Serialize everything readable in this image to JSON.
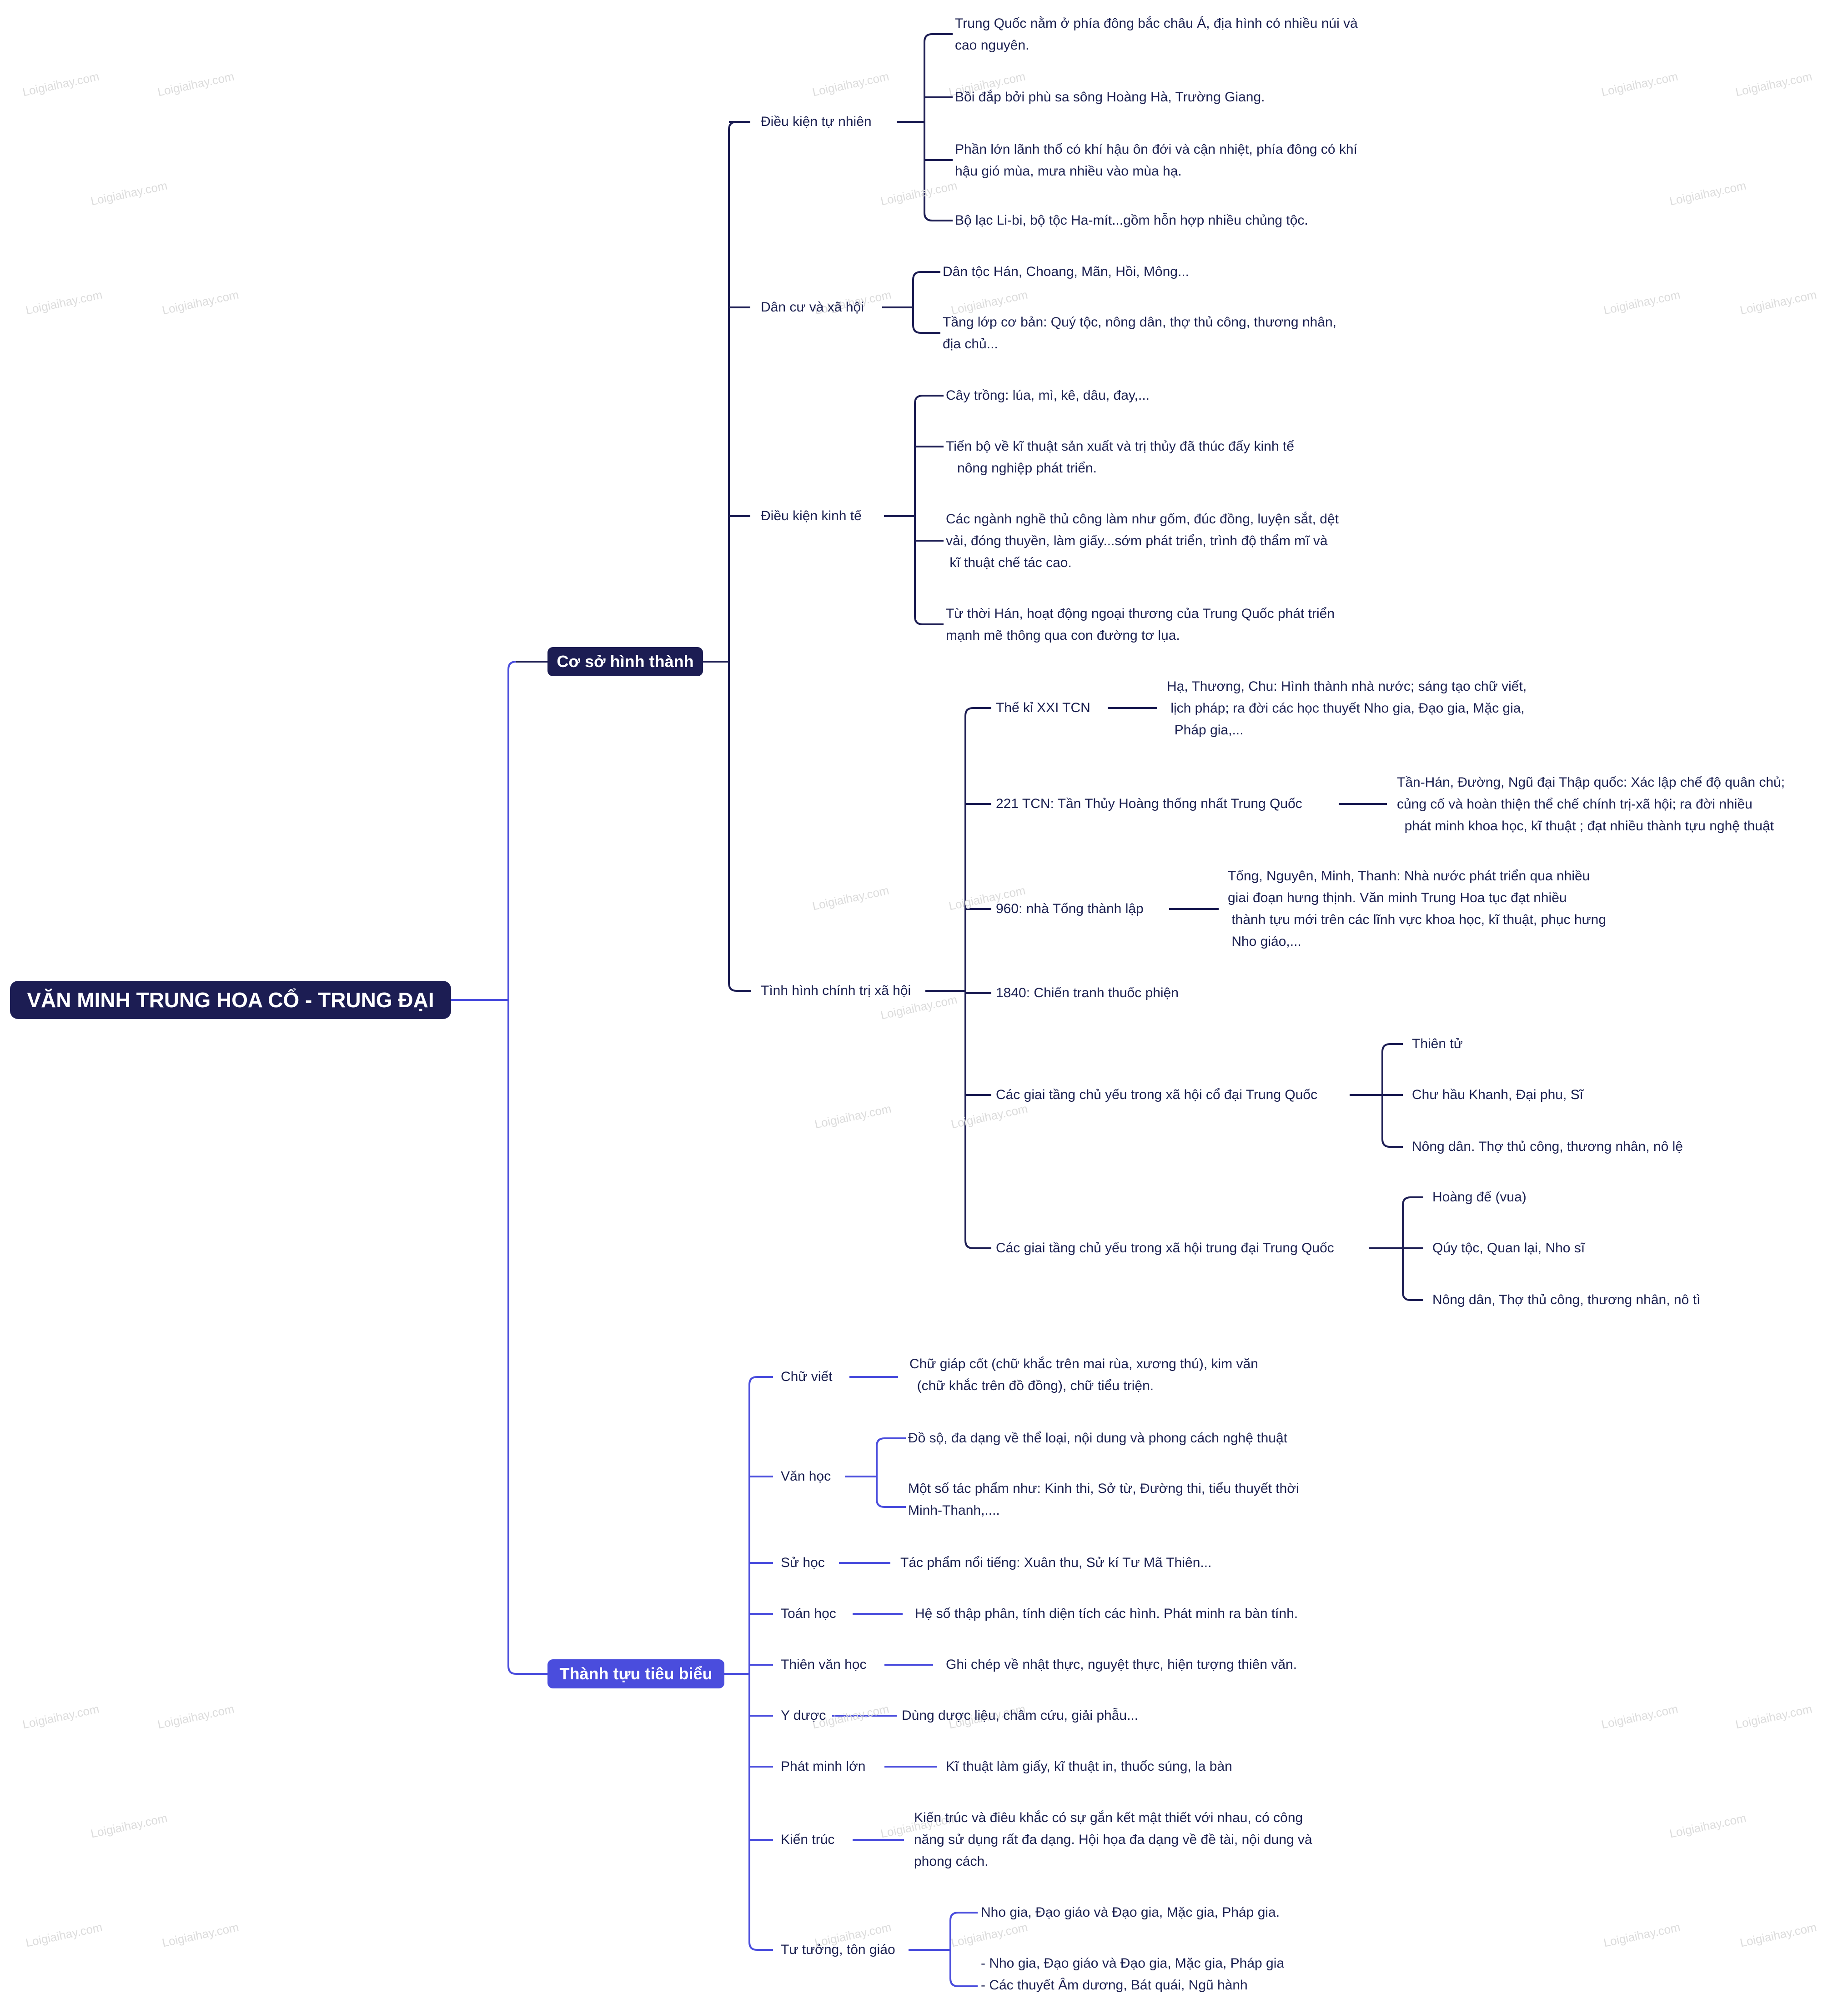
{
  "watermark": "Loigiaihay.com",
  "root": "VĂN MINH TRUNG HOA CỔ - TRUNG ĐẠI",
  "branch1": {
    "label": "Cơ sở hình thành",
    "tu_nhien": {
      "label": "Điều kiện tự nhiên",
      "items": [
        "Trung Quốc nằm ở phía đông bắc châu Á, địa hình có nhiều núi và\ncao nguyên.",
        "Bồi đắp bởi phù sa sông Hoàng Hà, Trường Giang.",
        "Phần lớn lãnh thổ có khí hậu ôn đới và cận nhiệt, phía đông có khí\nhậu gió mùa, mưa nhiều vào mùa hạ.",
        "Bộ lạc Li-bi, bộ tộc Ha-mít...gồm hỗn hợp nhiều chủng tộc."
      ]
    },
    "dan_cu": {
      "label": "Dân cư và xã hội",
      "items": [
        "Dân tộc Hán, Choang, Mãn, Hồi, Mông...",
        "Tầng lớp cơ bản: Quý tộc, nông dân, thợ thủ công, thương nhân,\nđịa chủ..."
      ]
    },
    "kinh_te": {
      "label": "Điều kiện kinh tế",
      "items": [
        "Cây trồng: lúa, mì, kê, dâu, đay,...",
        "Tiến bộ về kĩ thuật sản xuất và trị thủy đã thúc đẩy kinh tế\n   nông nghiệp phát triển.",
        "Các ngành nghề thủ công làm như gốm, đúc đồng, luyện sắt, dệt\nvải, đóng thuyền, làm giấy...sớm phát triển, trình độ thẩm mĩ và\n kĩ thuật chế tác cao.",
        "Từ thời Hán, hoạt động ngoại thương của Trung Quốc phát triển\nmạnh mẽ thông qua con đường tơ lụa."
      ]
    },
    "chinh_tri": {
      "label": "Tình hình chính trị xã hội",
      "the_ki": {
        "label": "Thế kỉ XXI TCN",
        "detail": "Hạ, Thương, Chu: Hình thành nhà nước; sáng tạo chữ viết,\n lịch pháp; ra đời các học thuyết Nho gia, Đạo gia, Mặc gia,\n  Pháp gia,..."
      },
      "tan": {
        "label": "221 TCN: Tần Thủy Hoàng thống nhất Trung Quốc",
        "detail": "Tần-Hán, Đường, Ngũ đại Thập quốc: Xác lập chế độ quân chủ;\ncủng cố và hoàn thiện thể chế chính trị-xã hội; ra đời nhiều\n  phát minh khoa học, kĩ thuật ; đạt nhiều thành tựu nghệ thuật"
      },
      "tong": {
        "label": "960: nhà Tống thành lập",
        "detail": "Tống, Nguyên, Minh, Thanh: Nhà nước phát triển qua nhiều\ngiai đoạn hưng thịnh. Văn minh Trung Hoa tục đạt nhiều\n thành tựu mới trên các lĩnh vực khoa học, kĩ thuật, phục hưng\n Nho giáo,..."
      },
      "chien_tranh": "1840: Chiến tranh thuốc phiện",
      "co_dai": {
        "label": "Các giai tầng chủ yếu trong xã hội cổ đại Trung Quốc",
        "items": [
          "Thiên tử",
          "Chư hầu Khanh, Đại phu, Sĩ",
          "Nông dân. Thợ thủ công, thương nhân, nô lệ"
        ]
      },
      "trung_dai": {
        "label": "Các giai tầng chủ yếu trong xã hội trung đại Trung Quốc",
        "items": [
          "Hoàng đế (vua)",
          "Qúy tộc, Quan lại, Nho sĩ",
          "Nông dân, Thợ thủ công, thương nhân, nô tì"
        ]
      }
    }
  },
  "branch2": {
    "label": "Thành tựu tiêu biểu",
    "chu_viet": {
      "label": "Chữ viết",
      "detail": "Chữ giáp cốt (chữ khắc trên mai rùa, xương thú), kim văn\n  (chữ khắc trên đồ đồng), chữ tiểu triện."
    },
    "van_hoc": {
      "label": "Văn học",
      "items": [
        "Đồ sộ, đa dạng về thể loại, nội dung và phong cách nghệ thuật",
        "Một số tác phẩm như: Kinh thi, Sở từ, Đường thi, tiểu thuyết thời\nMinh-Thanh,...."
      ]
    },
    "su_hoc": {
      "label": "Sử học",
      "detail": "Tác phẩm nổi tiếng: Xuân thu, Sử kí Tư Mã Thiên..."
    },
    "toan_hoc": {
      "label": "Toán học",
      "detail": "Hệ số thập phân, tính diện tích các hình. Phát minh ra bàn tính."
    },
    "thien_van": {
      "label": "Thiên văn học",
      "detail": "Ghi chép về nhật thực, nguyệt thực, hiện tượng thiên văn."
    },
    "y_duoc": {
      "label": "Y dược",
      "detail": "Dùng dược liệu, châm cứu, giải phẫu..."
    },
    "phat_minh": {
      "label": "Phát minh lớn",
      "detail": "Kĩ thuật làm giấy, kĩ thuật in, thuốc súng, la bàn"
    },
    "kien_truc": {
      "label": "Kiến trúc",
      "detail": "Kiến trúc và điêu khắc có sự gắn kết mật thiết với nhau, có công\nnăng sử dụng rất đa dạng. Hội họa đa dạng về đề tài, nội dung và\nphong cách."
    },
    "tu_tuong": {
      "label": "Tư tưởng, tôn giáo",
      "items": [
        "Nho gia, Đạo giáo và Đạo gia, Mặc gia, Pháp gia.",
        "- Nho gia, Đạo giáo và Đạo gia, Mặc gia, Pháp gia\n- Các thuyết Âm dương, Bát quái, Ngũ hành"
      ]
    }
  },
  "colors": {
    "dark": "#1c1d53",
    "accent": "#4a4ddd",
    "text": "#1c2151",
    "line_dark": "#1c1d53",
    "line_accent": "#4a4ddd"
  }
}
